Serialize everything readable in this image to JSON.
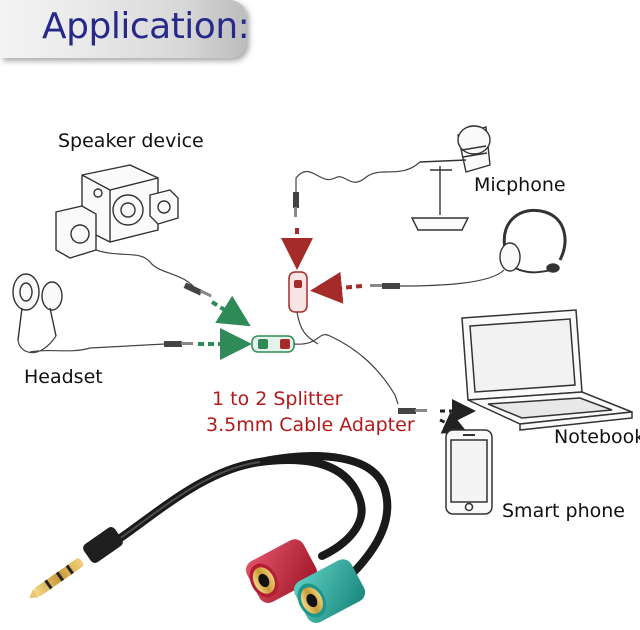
{
  "title": "Application:",
  "labels": {
    "speaker": "Speaker device",
    "micphone": "Micphone",
    "headset": "Headset",
    "notebook": "Notebook",
    "smartphone": "Smart phone",
    "splitter_line1": "1 to 2 Splitter",
    "splitter_line2": "3.5mm Cable Adapter"
  },
  "colors": {
    "title_text": "#27298a",
    "splitter_text": "#b21a1a",
    "arrow_green": "#2e8b57",
    "arrow_red": "#a52a2a",
    "jack_red": "#c8283a",
    "jack_teal": "#2aa79b"
  },
  "icons": [
    "speaker-device-icon",
    "microphone-icon",
    "headset-earphone-icon",
    "headband-mic-icon",
    "laptop-icon",
    "smartphone-icon",
    "splitter-cable-icon"
  ]
}
